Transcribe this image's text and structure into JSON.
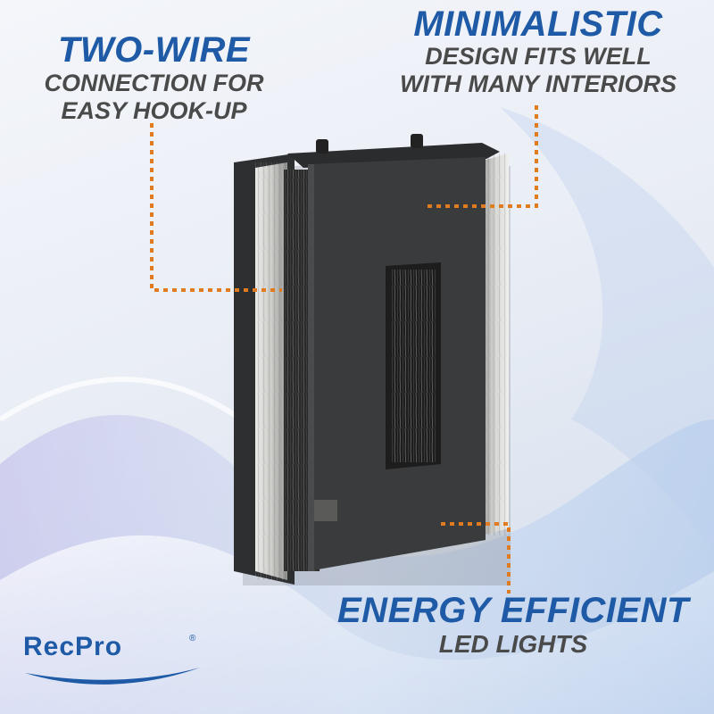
{
  "colors": {
    "headline": "#1f5aa6",
    "subtext": "#4a4a4a",
    "callout_line": "#e07b1f",
    "fixture_body": "#3a3b3d",
    "fixture_wood": "#b9b9b9"
  },
  "callouts": {
    "two_wire": {
      "headline": "TWO-WIRE",
      "lines": [
        "CONNECTION FOR",
        "EASY HOOK-UP"
      ]
    },
    "minimalistic": {
      "headline": "MINIMALISTIC",
      "lines": [
        "DESIGN FITS WELL",
        "WITH MANY INTERIORS"
      ]
    },
    "energy": {
      "headline": "ENERGY EFFICIENT",
      "lines": [
        "LED LIGHTS"
      ]
    }
  },
  "logo": {
    "text": "RecPro",
    "registered": "®"
  },
  "icons": {
    "logo_swoosh": "swoosh-icon"
  }
}
